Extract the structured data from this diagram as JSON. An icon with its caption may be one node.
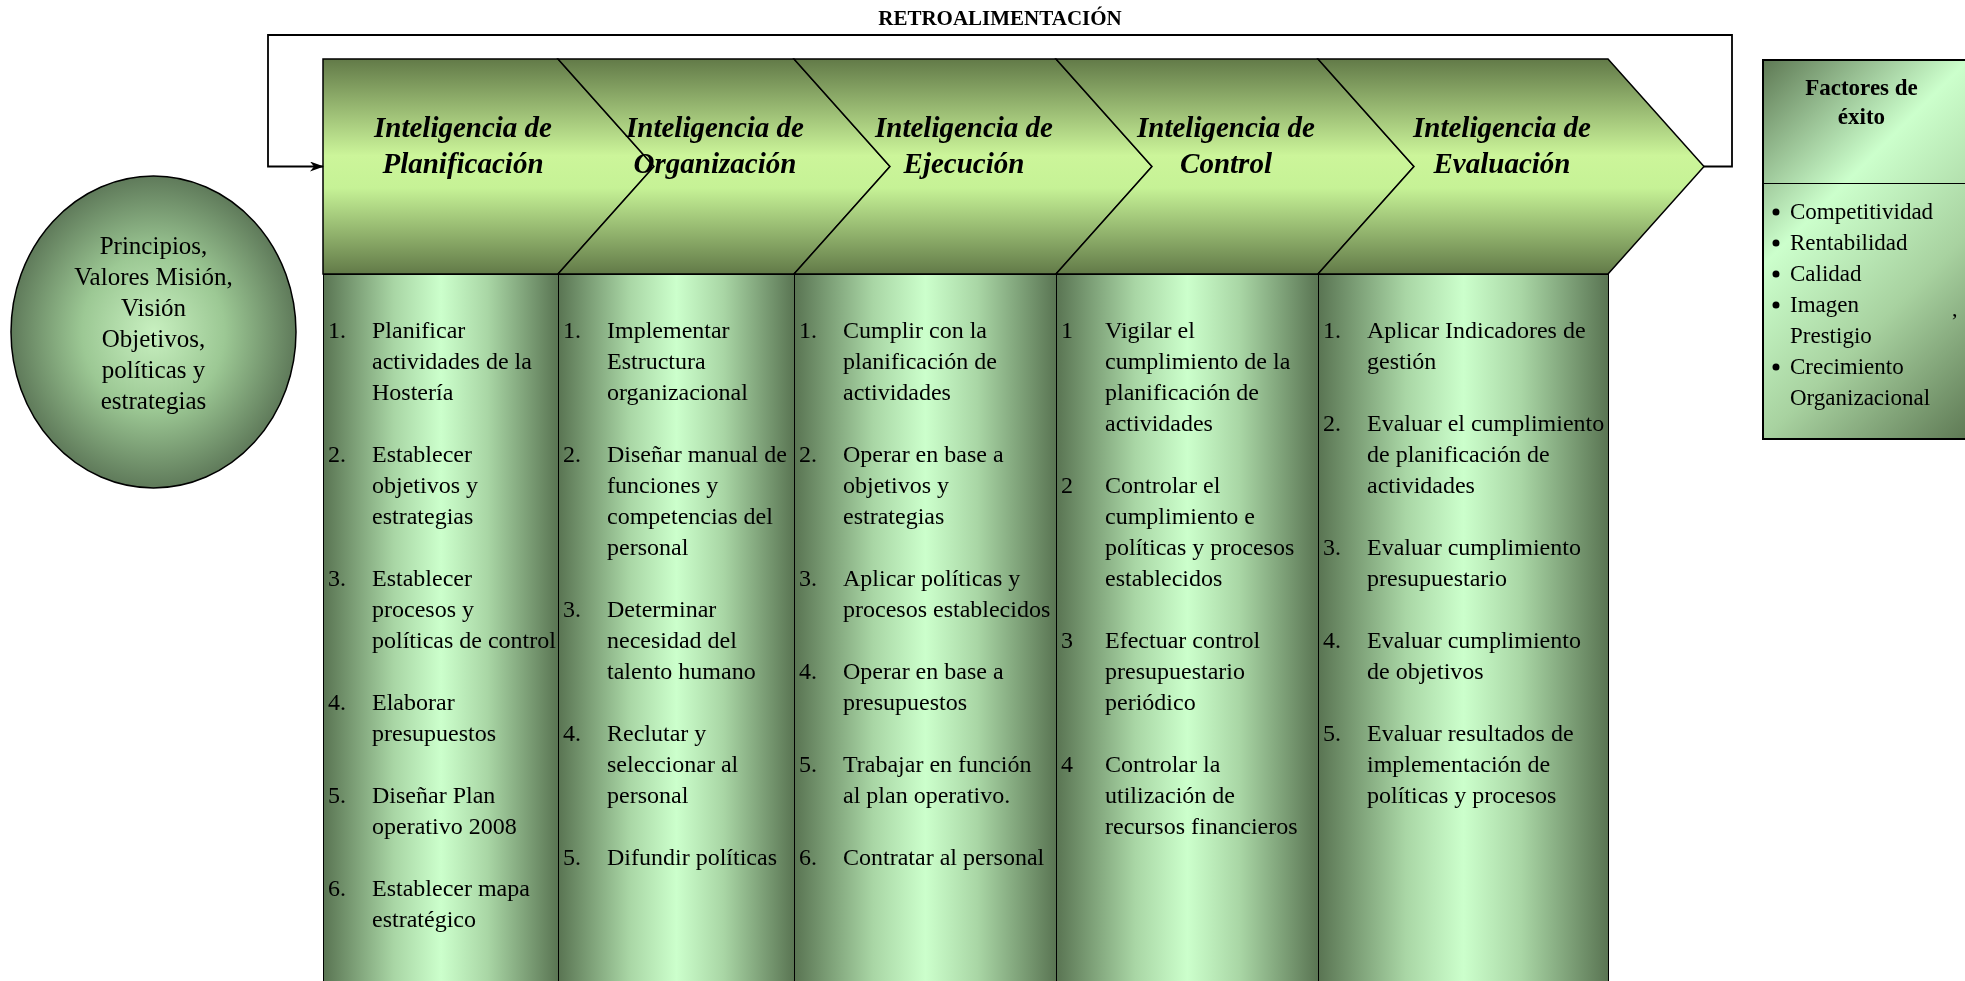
{
  "diagram": {
    "nodes": [
      {
        "text": [
          "Principios, Valores Misión, Visión Objetivos, políticas y estrategias"
        ]
      },
      {
        "text": [
          "Inteligencia de Planificación"
        ]
      },
      {
        "text": [
          "Inteligencia de Organización"
        ]
      },
      {
        "text": [
          "Inteligencia de Ejecución"
        ]
      },
      {
        "text": [
          "Inteligencia de Control"
        ]
      },
      {
        "text": [
          "Inteligencia de Evaluación"
        ]
      },
      {
        "text": [
          "1. Planificar actividades de la Hostería",
          "2. Establecer objetivos y estrategias",
          "3. Establecer procesos y políticas de control",
          "4. Elaborar presupuestos",
          "5. Diseñar Plan operativo 2008",
          "6. Establecer mapa estratégico"
        ]
      },
      {
        "text": [
          "1. Implementar Estructura organizacional",
          "2. Diseñar manual de funciones y competencias del personal",
          "3. Determinar necesidad del talento humano",
          "4. Reclutar y seleccionar al personal",
          "5. Difundir políticas"
        ]
      },
      {
        "text": [
          "1. Cumplir con la planificación de actividades",
          "2. Operar en base a objetivos y estrategias",
          "3. Aplicar políticas y procesos establecidos",
          "4. Operar en base a presupuestos",
          "5. Trabajar en función al plan operativo.",
          "6. Contratar al personal"
        ]
      },
      {
        "text": [
          "1 Vigilar el cumplimiento de la planificación de actividades",
          "2 Controlar el cumplimiento e políticas y procesos establecidos",
          "3 Efectuar control presupuestario periódico",
          "4 Controlar la utilización de recursos financieros"
        ]
      },
      {
        "text": [
          "1. Aplicar Indicadores de gestión",
          "2. Evaluar el cumplimiento de planificación de actividades",
          "3. Evaluar cumplimiento presupuestario",
          "4. Evaluar cumplimiento de objetivos",
          "5. Evaluar resultados de implementación de políticas y procesos"
        ]
      },
      {
        "text": [
          "Factores de éxito",
          "Competitividad",
          "Rentabilidad",
          "Calidad",
          "Imagen Prestigio",
          "Crecimiento Organizacional"
        ]
      }
    ],
    "edges": [
      {
        "from": 5,
        "to": 1,
        "arrow": "to",
        "label": "RETROALIMENTACIÓN"
      }
    ],
    "labels": [
      ","
    ]
  }
}
